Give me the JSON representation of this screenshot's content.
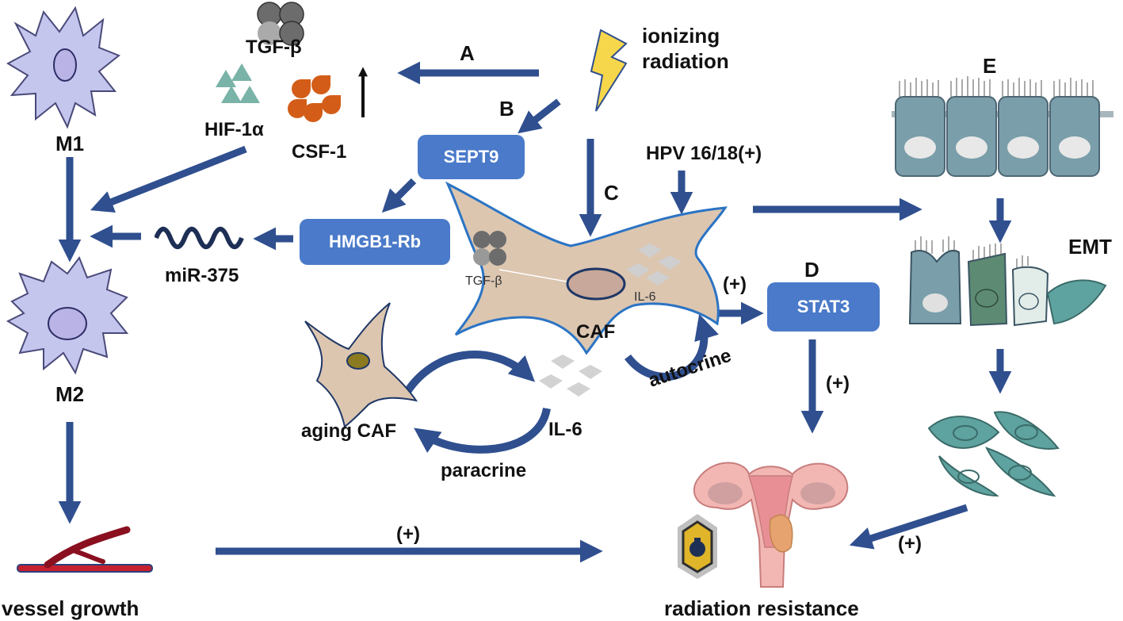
{
  "labels": {
    "m1": "M1",
    "m2": "M2",
    "vessel_growth": "vessel growth",
    "tgf_beta": "TGF-β",
    "hif": "HIF-1α",
    "csf": "CSF-1",
    "ionizing_radiation_1": "ionizing",
    "ionizing_radiation_2": "radiation",
    "path_a": "A",
    "path_b": "B",
    "path_c": "C",
    "path_d": "D",
    "path_e": "E",
    "hpv": "HPV 16/18(+)",
    "mir375": "miR-375",
    "caf": "CAF",
    "caf_tgf": "TGF-β",
    "caf_il6": "IL-6",
    "plus_stat3_in": "(+)",
    "plus_stat3_out": "(+)",
    "plus_vessel": "(+)",
    "plus_emt": "(+)",
    "autocrine": "autocrine",
    "aging_caf": "aging CAF",
    "il6": "IL-6",
    "paracrine": "paracrine",
    "emt": "EMT",
    "radiation_resistance": "radiation resistance"
  },
  "boxes": {
    "sept9": "SEPT9",
    "hmgb1": "HMGB1-Rb",
    "stat3": "STAT3"
  },
  "colors": {
    "arrow": "#2f4f8f",
    "box": "#4a7ac9",
    "macrophage": "#c5c6ee",
    "caf_body": "#dcc6b0",
    "caf_outline": "#2b74c4",
    "epithelial": "#7a9eaa",
    "mesenchymal": "#5fa3a0"
  }
}
